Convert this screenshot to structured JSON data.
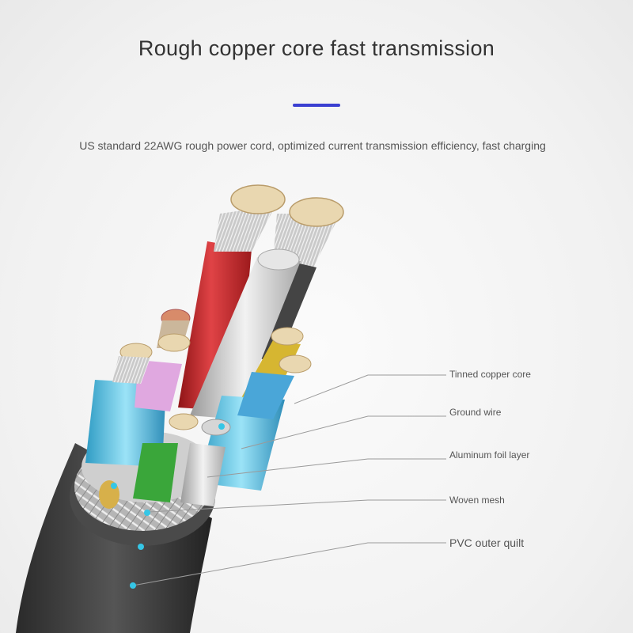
{
  "heading": {
    "title": "Rough copper core fast transmission",
    "subtitle": "US standard 22AWG rough power cord, optimized current transmission efficiency, fast charging",
    "accent_color": "#3a3fd1"
  },
  "callouts": [
    {
      "label": "Tinned copper core"
    },
    {
      "label": "Ground wire"
    },
    {
      "label": "Aluminum foil layer"
    },
    {
      "label": "Woven mesh"
    },
    {
      "label": "PVC outer quilt"
    }
  ],
  "colors": {
    "red_wire": "#c8282b",
    "pink_wire": "#e0a8e0",
    "blue_wire": "#4aa6d8",
    "green_wire": "#3aa63a",
    "yellow_wire": "#d6b631",
    "foil": "#6cc9e8",
    "jacket": "#3b3b3b",
    "copper": "#e9d7b0",
    "marker": "#35c6e6"
  }
}
